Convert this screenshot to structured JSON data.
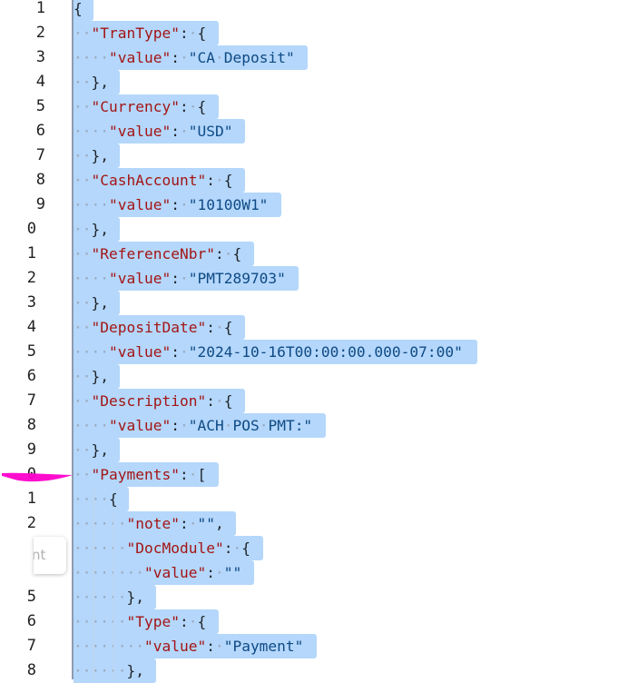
{
  "gutter": {
    "lines": [
      {
        "n": "1",
        "clip": false
      },
      {
        "n": "2",
        "clip": false
      },
      {
        "n": "3",
        "clip": false
      },
      {
        "n": "4",
        "clip": false
      },
      {
        "n": "5",
        "clip": false
      },
      {
        "n": "6",
        "clip": false
      },
      {
        "n": "7",
        "clip": false
      },
      {
        "n": "8",
        "clip": false
      },
      {
        "n": "9",
        "clip": false
      },
      {
        "n": "0",
        "clip": true
      },
      {
        "n": "1",
        "clip": true
      },
      {
        "n": "2",
        "clip": true
      },
      {
        "n": "3",
        "clip": true
      },
      {
        "n": "4",
        "clip": true
      },
      {
        "n": "5",
        "clip": true
      },
      {
        "n": "6",
        "clip": true
      },
      {
        "n": "7",
        "clip": true
      },
      {
        "n": "8",
        "clip": true
      },
      {
        "n": "9",
        "clip": true
      },
      {
        "n": "0",
        "clip": true
      },
      {
        "n": "1",
        "clip": true
      },
      {
        "n": "2",
        "clip": true
      },
      {
        "n": "",
        "clip": true
      },
      {
        "n": "",
        "clip": true
      },
      {
        "n": "5",
        "clip": true
      },
      {
        "n": "6",
        "clip": true
      },
      {
        "n": "7",
        "clip": true
      },
      {
        "n": "8",
        "clip": true
      }
    ]
  },
  "code": {
    "lines": [
      [
        {
          "t": "{",
          "c": "punc"
        }
      ],
      [
        {
          "t": "··",
          "c": "ws"
        },
        {
          "t": "\"TranType\"",
          "c": "key"
        },
        {
          "t": ":",
          "c": "punc"
        },
        {
          "t": "·",
          "c": "ws"
        },
        {
          "t": "{",
          "c": "punc"
        }
      ],
      [
        {
          "t": "····",
          "c": "ws"
        },
        {
          "t": "\"value\"",
          "c": "key"
        },
        {
          "t": ":",
          "c": "punc"
        },
        {
          "t": "·",
          "c": "ws"
        },
        {
          "t": "\"CA",
          "c": "str"
        },
        {
          "t": "·",
          "c": "ws"
        },
        {
          "t": "Deposit\"",
          "c": "str"
        }
      ],
      [
        {
          "t": "··",
          "c": "ws"
        },
        {
          "t": "},",
          "c": "punc"
        }
      ],
      [
        {
          "t": "··",
          "c": "ws"
        },
        {
          "t": "\"Currency\"",
          "c": "key"
        },
        {
          "t": ":",
          "c": "punc"
        },
        {
          "t": "·",
          "c": "ws"
        },
        {
          "t": "{",
          "c": "punc"
        }
      ],
      [
        {
          "t": "····",
          "c": "ws"
        },
        {
          "t": "\"value\"",
          "c": "key"
        },
        {
          "t": ":",
          "c": "punc"
        },
        {
          "t": "·",
          "c": "ws"
        },
        {
          "t": "\"USD\"",
          "c": "str"
        }
      ],
      [
        {
          "t": "··",
          "c": "ws"
        },
        {
          "t": "},",
          "c": "punc"
        }
      ],
      [
        {
          "t": "··",
          "c": "ws"
        },
        {
          "t": "\"CashAccount\"",
          "c": "key"
        },
        {
          "t": ":",
          "c": "punc"
        },
        {
          "t": "·",
          "c": "ws"
        },
        {
          "t": "{",
          "c": "punc"
        }
      ],
      [
        {
          "t": "····",
          "c": "ws"
        },
        {
          "t": "\"value\"",
          "c": "key"
        },
        {
          "t": ":",
          "c": "punc"
        },
        {
          "t": "·",
          "c": "ws"
        },
        {
          "t": "\"10100W1\"",
          "c": "str"
        }
      ],
      [
        {
          "t": "··",
          "c": "ws"
        },
        {
          "t": "},",
          "c": "punc"
        }
      ],
      [
        {
          "t": "··",
          "c": "ws"
        },
        {
          "t": "\"ReferenceNbr\"",
          "c": "key"
        },
        {
          "t": ":",
          "c": "punc"
        },
        {
          "t": "·",
          "c": "ws"
        },
        {
          "t": "{",
          "c": "punc"
        }
      ],
      [
        {
          "t": "····",
          "c": "ws"
        },
        {
          "t": "\"value\"",
          "c": "key"
        },
        {
          "t": ":",
          "c": "punc"
        },
        {
          "t": "·",
          "c": "ws"
        },
        {
          "t": "\"PMT289703\"",
          "c": "str"
        }
      ],
      [
        {
          "t": "··",
          "c": "ws"
        },
        {
          "t": "},",
          "c": "punc"
        }
      ],
      [
        {
          "t": "··",
          "c": "ws"
        },
        {
          "t": "\"DepositDate\"",
          "c": "key"
        },
        {
          "t": ":",
          "c": "punc"
        },
        {
          "t": "·",
          "c": "ws"
        },
        {
          "t": "{",
          "c": "punc"
        }
      ],
      [
        {
          "t": "····",
          "c": "ws"
        },
        {
          "t": "\"value\"",
          "c": "key"
        },
        {
          "t": ":",
          "c": "punc"
        },
        {
          "t": "·",
          "c": "ws"
        },
        {
          "t": "\"2024-10-16T00:00:00.000-07:00\"",
          "c": "str"
        }
      ],
      [
        {
          "t": "··",
          "c": "ws"
        },
        {
          "t": "},",
          "c": "punc"
        }
      ],
      [
        {
          "t": "··",
          "c": "ws"
        },
        {
          "t": "\"Description\"",
          "c": "key"
        },
        {
          "t": ":",
          "c": "punc"
        },
        {
          "t": "·",
          "c": "ws"
        },
        {
          "t": "{",
          "c": "punc"
        }
      ],
      [
        {
          "t": "····",
          "c": "ws"
        },
        {
          "t": "\"value\"",
          "c": "key"
        },
        {
          "t": ":",
          "c": "punc"
        },
        {
          "t": "·",
          "c": "ws"
        },
        {
          "t": "\"ACH",
          "c": "str"
        },
        {
          "t": "·",
          "c": "ws"
        },
        {
          "t": "POS",
          "c": "str"
        },
        {
          "t": "·",
          "c": "ws"
        },
        {
          "t": "PMT:\"",
          "c": "str"
        }
      ],
      [
        {
          "t": "··",
          "c": "ws"
        },
        {
          "t": "},",
          "c": "punc"
        }
      ],
      [
        {
          "t": "··",
          "c": "ws"
        },
        {
          "t": "\"Payments\"",
          "c": "key"
        },
        {
          "t": ":",
          "c": "punc"
        },
        {
          "t": "·",
          "c": "ws"
        },
        {
          "t": "[",
          "c": "punc"
        }
      ],
      [
        {
          "t": "····",
          "c": "ws"
        },
        {
          "t": "{",
          "c": "punc"
        }
      ],
      [
        {
          "t": "······",
          "c": "ws"
        },
        {
          "t": "\"note\"",
          "c": "key"
        },
        {
          "t": ":",
          "c": "punc"
        },
        {
          "t": "·",
          "c": "ws"
        },
        {
          "t": "\"\"",
          "c": "str"
        },
        {
          "t": ",",
          "c": "punc"
        }
      ],
      [
        {
          "t": "······",
          "c": "ws"
        },
        {
          "t": "\"DocModule\"",
          "c": "key"
        },
        {
          "t": ":",
          "c": "punc"
        },
        {
          "t": "·",
          "c": "ws"
        },
        {
          "t": "{",
          "c": "punc"
        }
      ],
      [
        {
          "t": "········",
          "c": "ws"
        },
        {
          "t": "\"value\"",
          "c": "key"
        },
        {
          "t": ":",
          "c": "punc"
        },
        {
          "t": "·",
          "c": "ws"
        },
        {
          "t": "\"\"",
          "c": "str"
        }
      ],
      [
        {
          "t": "······",
          "c": "ws"
        },
        {
          "t": "},",
          "c": "punc"
        }
      ],
      [
        {
          "t": "······",
          "c": "ws"
        },
        {
          "t": "\"Type\"",
          "c": "key"
        },
        {
          "t": ":",
          "c": "punc"
        },
        {
          "t": "·",
          "c": "ws"
        },
        {
          "t": "{",
          "c": "punc"
        }
      ],
      [
        {
          "t": "········",
          "c": "ws"
        },
        {
          "t": "\"value\"",
          "c": "key"
        },
        {
          "t": ":",
          "c": "punc"
        },
        {
          "t": "·",
          "c": "ws"
        },
        {
          "t": "\"Payment\"",
          "c": "str"
        }
      ],
      [
        {
          "t": "······",
          "c": "ws"
        },
        {
          "t": "},",
          "c": "punc"
        }
      ]
    ]
  },
  "hint": {
    "text": "nt"
  },
  "colors": {
    "selection": "#b4d7fb",
    "key": "#a31515",
    "string": "#0f4a85",
    "annotation": "#ff00cc"
  }
}
